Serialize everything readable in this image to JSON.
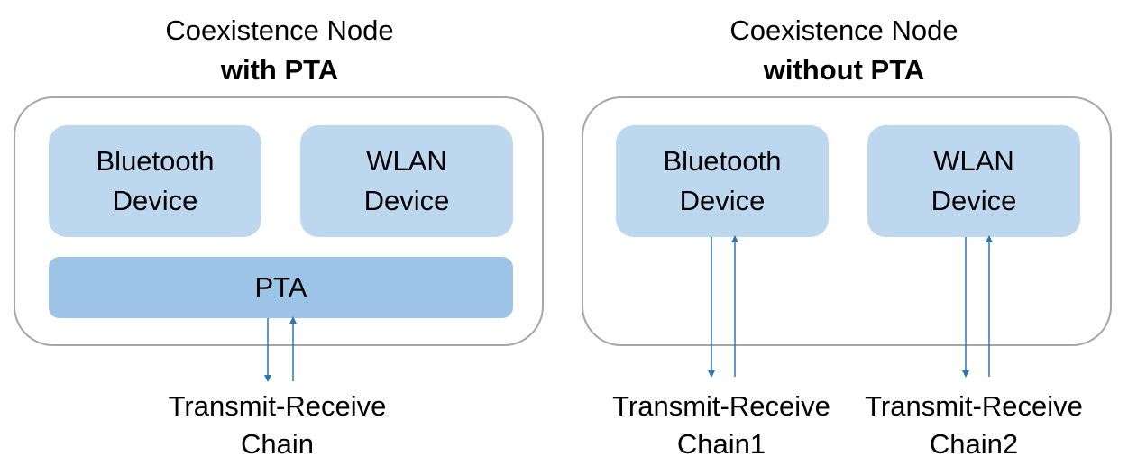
{
  "left_node": {
    "title_line1": "Coexistence Node",
    "title_line2": "with PTA",
    "bluetooth_line1": "Bluetooth",
    "bluetooth_line2": "Device",
    "wlan_line1": "WLAN",
    "wlan_line2": "Device",
    "pta_label": "PTA",
    "chain_line1": "Transmit-Receive",
    "chain_line2": "Chain"
  },
  "right_node": {
    "title_line1": "Coexistence Node",
    "title_line2": "without PTA",
    "bluetooth_line1": "Bluetooth",
    "bluetooth_line2": "Device",
    "wlan_line1": "WLAN",
    "wlan_line2": "Device",
    "chain1_line1": "Transmit-Receive",
    "chain1_line2": "Chain1",
    "chain2_line1": "Transmit-Receive",
    "chain2_line2": "Chain2"
  },
  "colors": {
    "device_fill": "#bdd7ee",
    "pta_fill": "#9dc3e6",
    "node_border": "#a6a6a6",
    "arrow": "#2e75b6"
  }
}
